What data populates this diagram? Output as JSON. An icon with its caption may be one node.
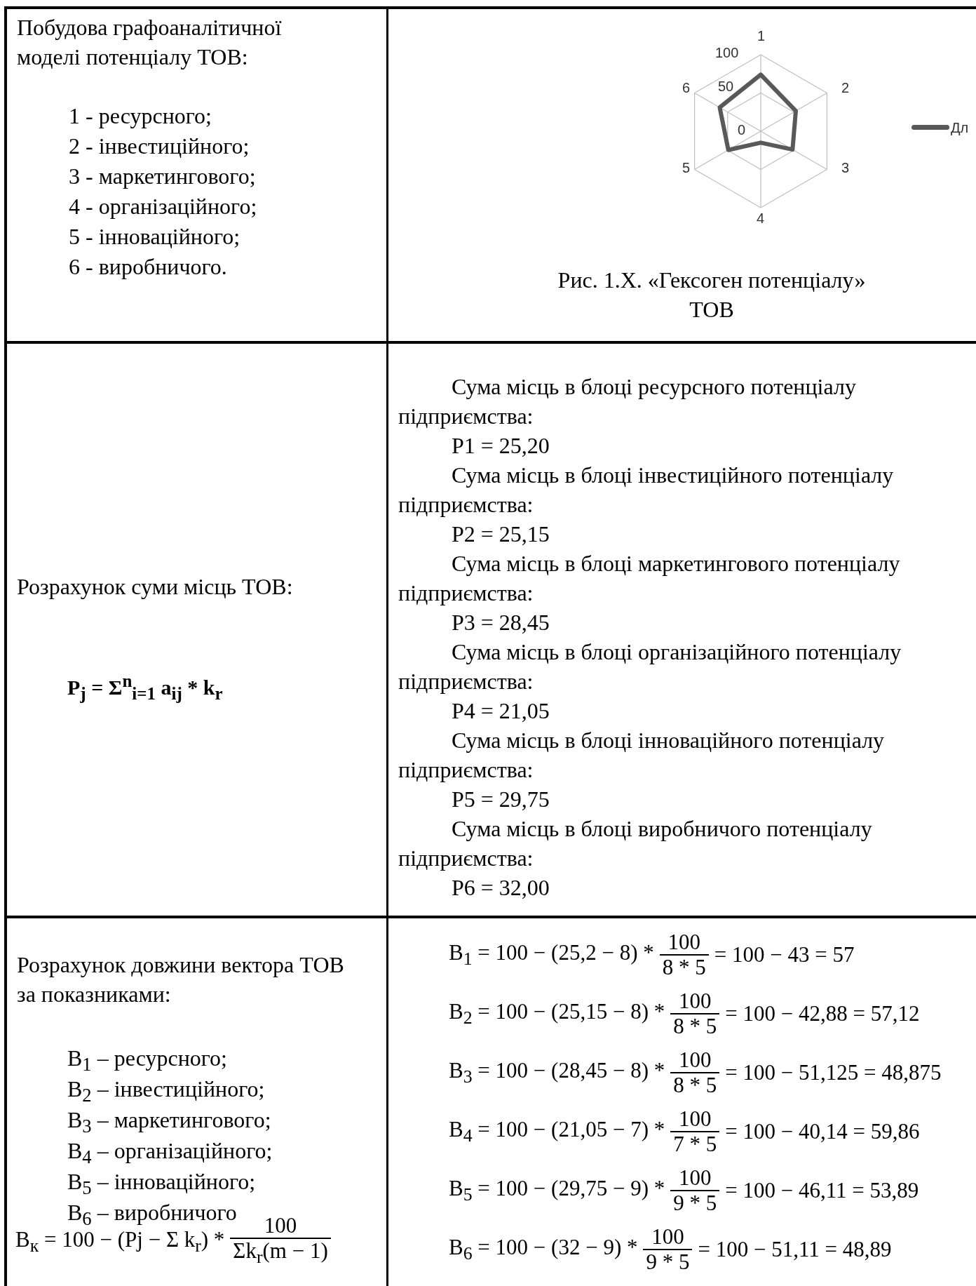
{
  "diagram": {
    "labels": [
      "Побудова графоаналітичної моделі потенціалу ТОВ:",
      "1 - ресурсного;",
      "2 - інвестиційного;",
      "3 - маркетингового;",
      "4 - організаційного;",
      "5 - інноваційного;",
      "6 - виробничого.",
      "1",
      "100",
      "6",
      "50",
      "2",
      "0",
      "5",
      "3",
      "4",
      "Рис. 1.Х. «Гексоген потенціалу» ТОВ",
      "Розрахунок суми місць ТОВ:",
      "P$_{j}$ = Σ$^{n}$$_{i=1}$ a$_{ij}$ * k$_{r}$",
      "Сума місць в блоці ресурсного потенціалу підприємства:",
      "P1 = 25,20",
      "Сума місць в блоці інвестиційного потенціалу підприємства:",
      "P2 = 25,15",
      "Сума місць в блоці маркетингового потенціалу підприємства:",
      "P3 = 28,45",
      "Сума місць в блоці організаційного потенціалу підприємства:",
      "P4 = 21,05",
      "Сума місць в блоці інноваційного потенціалу підприємства:",
      "P5 = 29,75",
      "Сума місць в блоці виробничого потенціалу підприємства:",
      "P6 = 32,00",
      "Розрахунок довжини вектора ТОВ за показниками:",
      "B$_{1}$ – ресурсного;",
      "B$_{2}$ – інвестиційного;",
      "B$_{3}$ – маркетингового;",
      "B$_{4}$ – організаційного;",
      "B$_{5}$ – інноваційного;",
      "B$_{6}$ – виробничого",
      "B$_{к}$ = 100 − (Pj − Σ k$_{r}$) *",
      "100",
      "Σk$_{r}$(m − 1)",
      "B$_{1}$ = 100 − (25,2 − 8) *",
      "100",
      "8 * 5",
      "= 100 − 43 = 57",
      "B$_{2}$ = 100 − (25,15 − 8) *",
      "100",
      "8 * 5",
      "= 100 − 42,88 = 57,12",
      "B$_{3}$ = 100 − (28,45 − 8) *",
      "100",
      "8 * 5",
      "= 100 − 51,125 = 48,875",
      "B$_{4}$ = 100 − (21,05 − 7) *",
      "100",
      "7 * 5",
      "= 100 − 40,14 = 59,86",
      "B$_{5}$ = 100 − (29,75 − 9) *",
      "100",
      "9 * 5",
      "= 100 − 46,11 = 53,89",
      "B$_{6}$ = 100 − (32 − 9) *",
      "100",
      "9 * 5",
      "= 100 − 51,11 = 48,89"
    ],
    "legend": [
      {
        "text": "Дл"
      }
    ]
  }
}
